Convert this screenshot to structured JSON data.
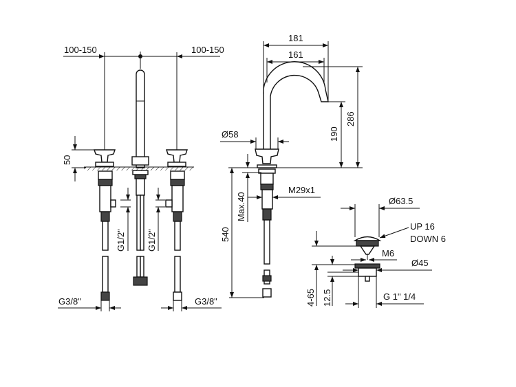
{
  "front_view": {
    "spacing_left": "100-150",
    "spacing_right": "100-150",
    "handle_height": "50",
    "inlet_left": "G1/2\"",
    "inlet_center": "G1/2\"",
    "outlet_left": "G3/8\"",
    "outlet_right": "G3/8\""
  },
  "side_view": {
    "overall_reach": "181",
    "inner_reach": "161",
    "overall_height": "286",
    "spout_height": "190",
    "base_diameter": "Ø58",
    "max_deck_thickness": "Max.40",
    "hose_length": "540",
    "thread": "M29x1"
  },
  "waste_view": {
    "cap_diameter": "Ø63.5",
    "stroke_up": "UP 16",
    "stroke_down": "DOWN 6",
    "rod_thread": "M6",
    "flange_diameter": "Ø45",
    "body_thread": "G 1\" 1/4",
    "deck_range": "4-65",
    "flange_height": "12.5"
  }
}
